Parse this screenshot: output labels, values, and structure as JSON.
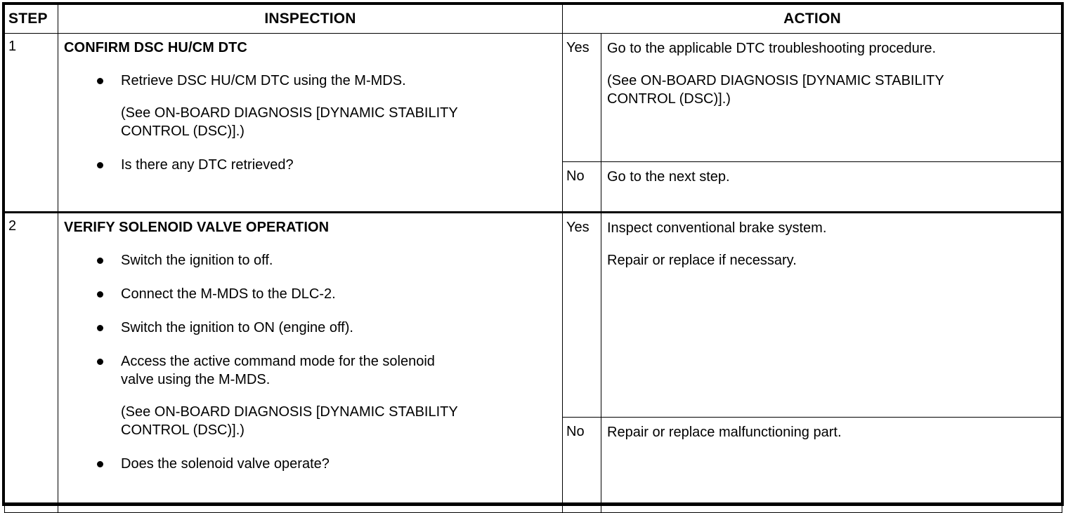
{
  "table": {
    "headers": {
      "step": "STEP",
      "inspection": "INSPECTION",
      "action": "ACTION"
    },
    "steps": [
      {
        "number": "1",
        "title": "CONFIRM DSC HU/CM DTC",
        "items": [
          {
            "type": "bullet",
            "text": "Retrieve DSC HU/CM DTC using the M-MDS."
          },
          {
            "type": "note",
            "line1": "(See ON-BOARD DIAGNOSIS [DYNAMIC STABILITY",
            "line2": "CONTROL (DSC)].)"
          },
          {
            "type": "bullet",
            "text": "Is there any DTC retrieved?"
          }
        ],
        "outcomes": [
          {
            "label": "Yes",
            "lines": [
              "Go to the applicable DTC troubleshooting procedure.",
              "(See ON-BOARD DIAGNOSIS [DYNAMIC STABILITY",
              "CONTROL (DSC)].)"
            ]
          },
          {
            "label": "No",
            "lines": [
              "Go to the next step."
            ]
          }
        ]
      },
      {
        "number": "2",
        "title": "VERIFY SOLENOID VALVE OPERATION",
        "items": [
          {
            "type": "bullet",
            "text": "Switch the ignition to off."
          },
          {
            "type": "bullet",
            "text": "Connect the M-MDS to the DLC-2."
          },
          {
            "type": "bullet",
            "text": "Switch the ignition to ON (engine off)."
          },
          {
            "type": "bullet",
            "line1": "Access the active command mode for the solenoid",
            "line2": "valve using the M-MDS."
          },
          {
            "type": "note",
            "line1": "(See ON-BOARD DIAGNOSIS [DYNAMIC STABILITY",
            "line2": "CONTROL (DSC)].)"
          },
          {
            "type": "bullet",
            "text": "Does the solenoid valve operate?"
          }
        ],
        "outcomes": [
          {
            "label": "Yes",
            "lines": [
              "Inspect conventional brake system.",
              "Repair or replace if necessary."
            ]
          },
          {
            "label": "No",
            "lines": [
              "Repair or replace malfunctioning part."
            ]
          }
        ]
      }
    ]
  },
  "colors": {
    "ink": "#000000",
    "paper": "#ffffff"
  }
}
